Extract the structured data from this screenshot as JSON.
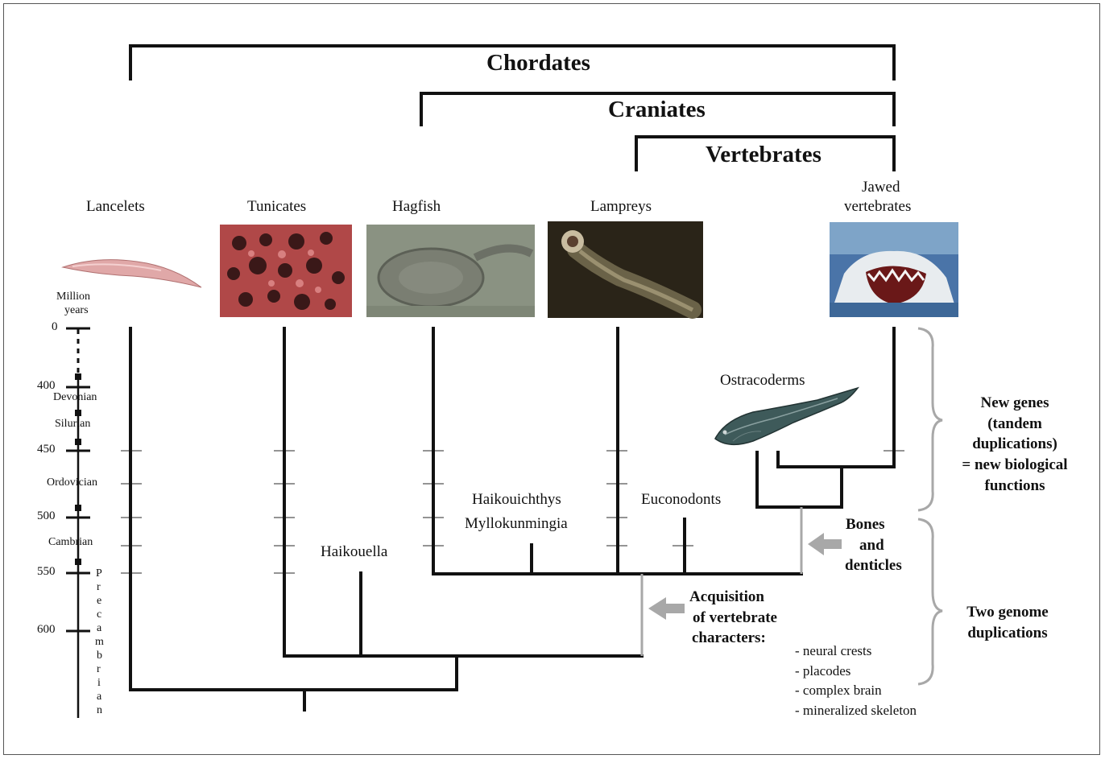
{
  "clades": {
    "chordates": "Chordates",
    "craniates": "Craniates",
    "vertebrates": "Vertebrates"
  },
  "taxa": {
    "lancelets": "Lancelets",
    "tunicates": "Tunicates",
    "hagfish": "Hagfish",
    "lampreys": "Lampreys",
    "jawed_line1": "Jawed",
    "jawed_line2": "vertebrates",
    "ostracoderms": "Ostracoderms",
    "haikouella": "Haikouella",
    "haikouichthys": "Haikouichthys",
    "myllokunmingia": "Myllokunmingia",
    "euconodonts": "Euconodonts"
  },
  "timescale": {
    "unit_line1": "Million",
    "unit_line2": "years",
    "ticks": [
      "0",
      "400",
      "450",
      "500",
      "550",
      "600"
    ],
    "periods": {
      "devonian": "Devonian",
      "silurian": "Silurian",
      "ordovician": "Ordovician",
      "cambrian": "Cambrian",
      "precambrian_letters": [
        "P",
        "r",
        "e",
        "c",
        "a",
        "m",
        "b",
        "r",
        "i",
        "a",
        "n"
      ]
    }
  },
  "annotations": {
    "bones_line1": "Bones",
    "bones_line2": "and",
    "bones_line3": "denticles",
    "acq_line1": "Acquisition",
    "acq_line2": "of vertebrate",
    "acq_line3": "characters:",
    "characters": [
      "- neural crests",
      "- placodes",
      "- complex brain",
      "- mineralized skeleton"
    ],
    "new_genes": [
      "New genes",
      "(tandem",
      "duplications)",
      "= new biological",
      "functions"
    ],
    "two_genome": [
      "Two genome",
      "duplications"
    ]
  },
  "colors": {
    "line": "#111111",
    "gray_bracket": "#a8a8a8",
    "arrow": "#a8a8a8",
    "tunicate_photo": "#b04848",
    "hagfish_photo": "#8a9282",
    "lamprey_photo": "#2a2418",
    "shark_sky": "#4a74a8",
    "lancelet_body": "#e0a8a8",
    "ostracoderm_body": "#3e5a5a"
  },
  "icons": {
    "lancelet": "lancelet-icon",
    "tunicate": "tunicate-photo",
    "hagfish": "hagfish-photo",
    "lamprey": "lamprey-photo",
    "shark": "shark-photo",
    "ostracoderm": "ostracoderm-icon",
    "arrow": "left-arrow-icon"
  }
}
